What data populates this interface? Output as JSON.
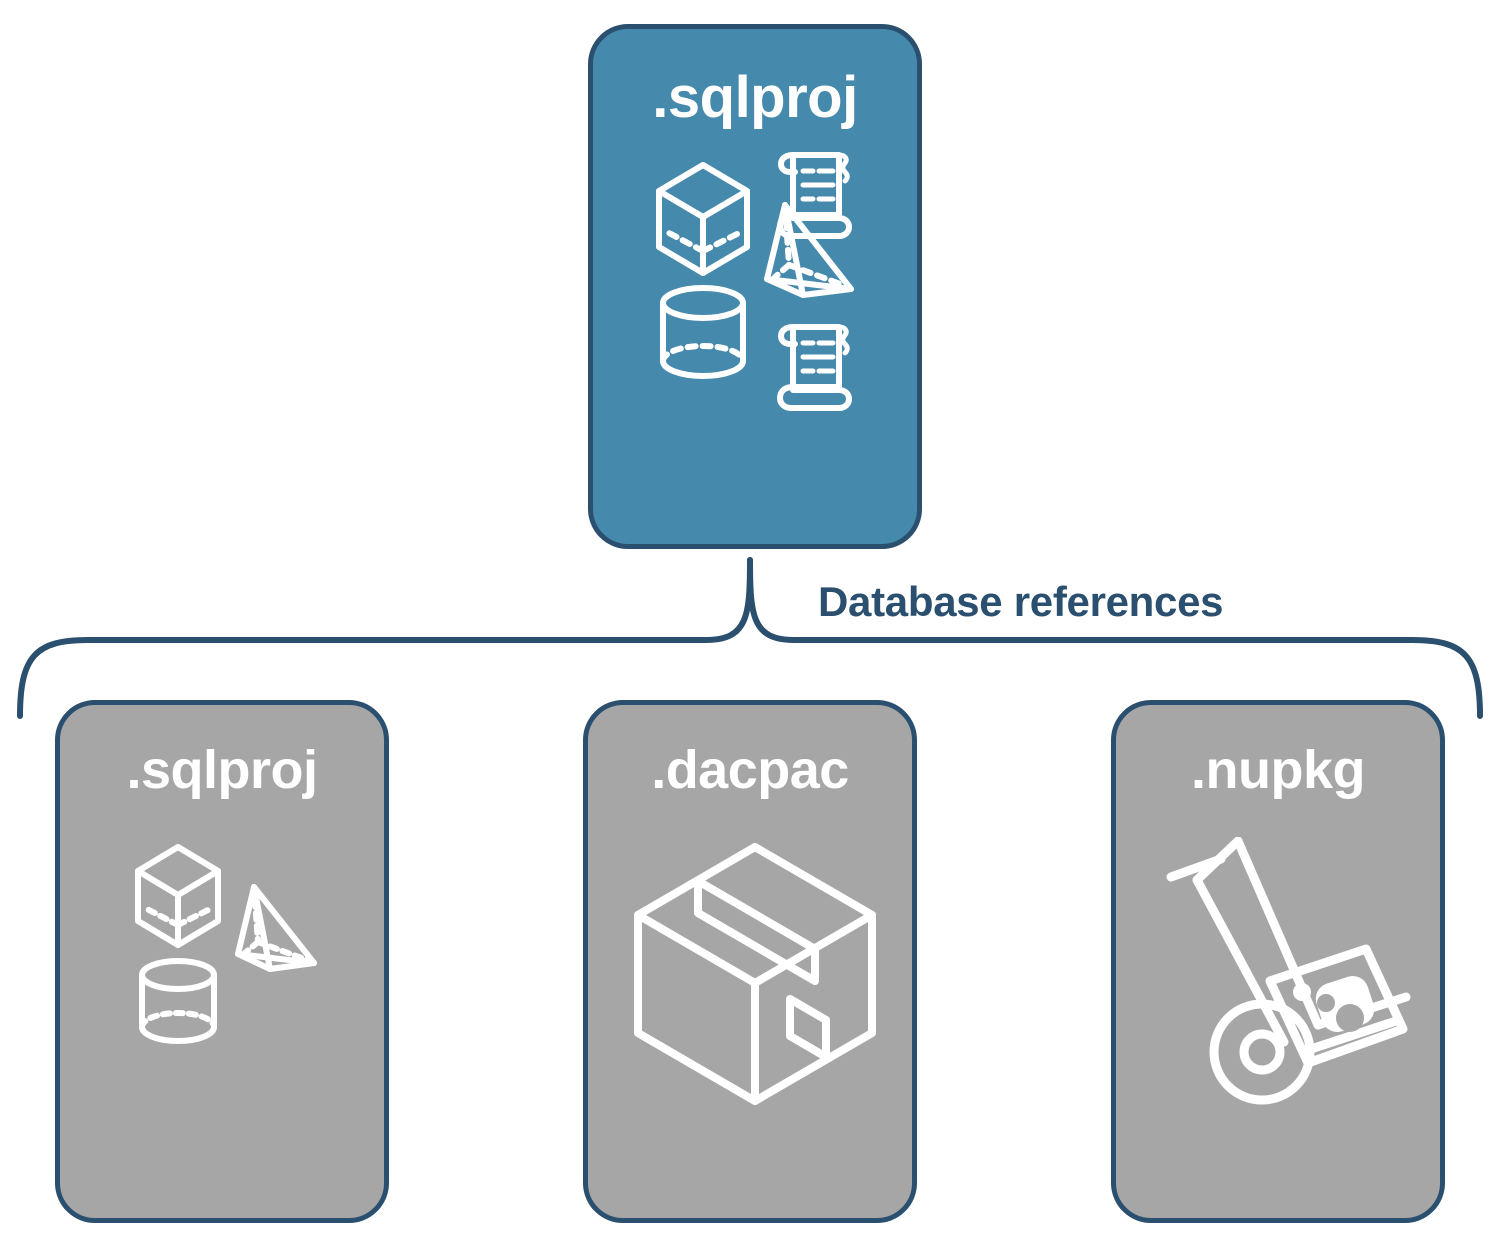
{
  "diagram": {
    "title_node": {
      "label": ".sqlproj",
      "icons": [
        "cube-wireframe-icon",
        "pyramid-wireframe-icon",
        "cylinder-wireframe-icon",
        "scroll-script-icon",
        "scroll-script-icon"
      ],
      "fill_color": "#4589ac",
      "border_color": "#2b4f6e",
      "text_color": "#ffffff"
    },
    "connector": {
      "label": "Database references",
      "shape": "curly-brace",
      "color": "#2b4f6e"
    },
    "reference_nodes": [
      {
        "label": ".sqlproj",
        "icons": [
          "cube-wireframe-icon",
          "pyramid-wireframe-icon",
          "cylinder-wireframe-icon"
        ],
        "fill_color": "#a6a6a6",
        "border_color": "#2b4f6e",
        "text_color": "#ffffff"
      },
      {
        "label": ".dacpac",
        "icons": [
          "cardboard-box-icon"
        ],
        "fill_color": "#a6a6a6",
        "border_color": "#2b4f6e",
        "text_color": "#ffffff"
      },
      {
        "label": ".nupkg",
        "icons": [
          "hand-truck-package-icon"
        ],
        "fill_color": "#a6a6a6",
        "border_color": "#2b4f6e",
        "text_color": "#ffffff"
      }
    ]
  }
}
